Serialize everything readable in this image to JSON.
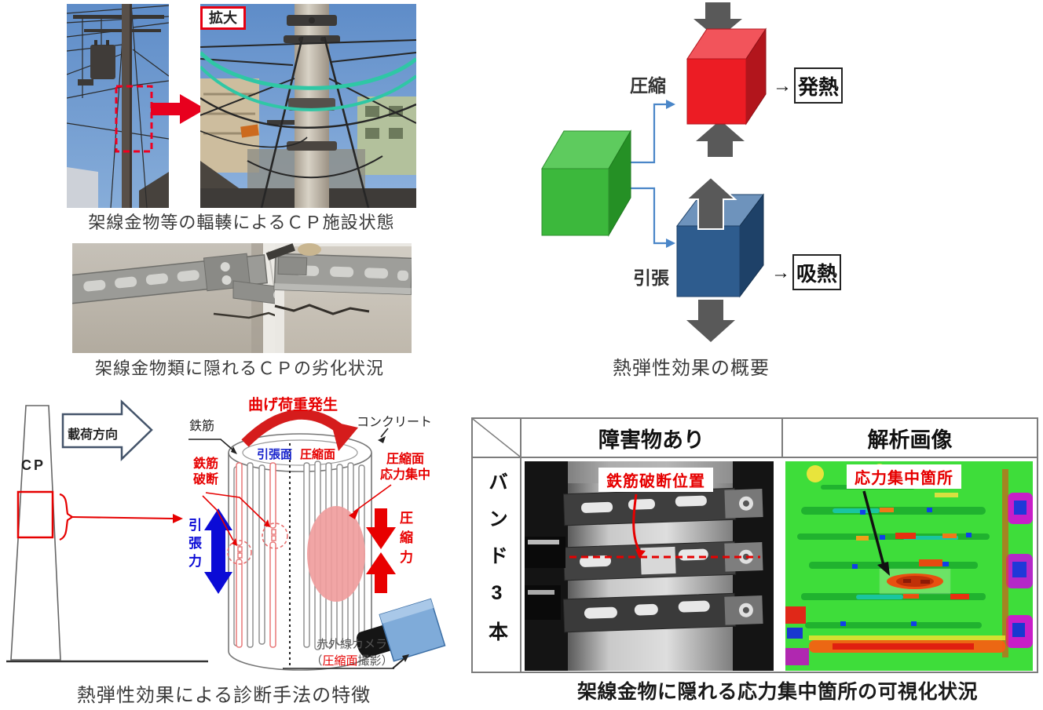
{
  "top_left": {
    "zoom_label": "拡大",
    "caption": "架線金物等の輻輳によるＣＰ施設状態"
  },
  "mid_left": {
    "caption": "架線金物類に隠れるＣＰの劣化状況"
  },
  "overview": {
    "compression": "圧縮",
    "tension": "引張",
    "arrow_right": "→",
    "heat_generation": "発熱",
    "heat_absorption": "吸熱",
    "caption": "熱弾性効果の概要",
    "colors": {
      "source_cube_green": "#3cb83c",
      "compression_cube_red": "#ec1c24",
      "tension_cube_blue": "#2e5c8e",
      "arrow_gray": "#595959",
      "connector_blue": "#4a86c8"
    }
  },
  "diagnosis": {
    "cp": "CP",
    "load_direction": "載荷方向",
    "rebar": "鉄筋",
    "rebar_rupture": "鉄筋\n破断",
    "bending_load": "曲げ荷重発生",
    "concrete": "コンクリート",
    "tension_face": "引張面",
    "compression_face": "圧縮面",
    "stress_concentration": "圧縮面\n応力集中",
    "tensile_force": "引張力",
    "compressive_force": "圧縮力",
    "camera_line1": "赤外線カメラ",
    "camera_open": "（",
    "camera_red": "圧縮面",
    "camera_close": "撮影）",
    "caption": "熱弾性効果による診断手法の特徴",
    "colors": {
      "highlight_red": "#e60000",
      "tension_blue": "#0b0bd6",
      "stress_ellipse_pink": "#f09b9b",
      "camera_blue": "#7fabd9"
    }
  },
  "visualization": {
    "col_obstruction": "障害物あり",
    "col_analysis": "解析画像",
    "row_band": "バンド3本",
    "rupture_position": "鉄筋破断位置",
    "stress_point": "応力集中箇所",
    "caption": "架線金物に隠れる応力集中箇所の可視化状況",
    "colors": {
      "thermal_green": "#3edd3a",
      "marker_red": "#e60000"
    }
  }
}
